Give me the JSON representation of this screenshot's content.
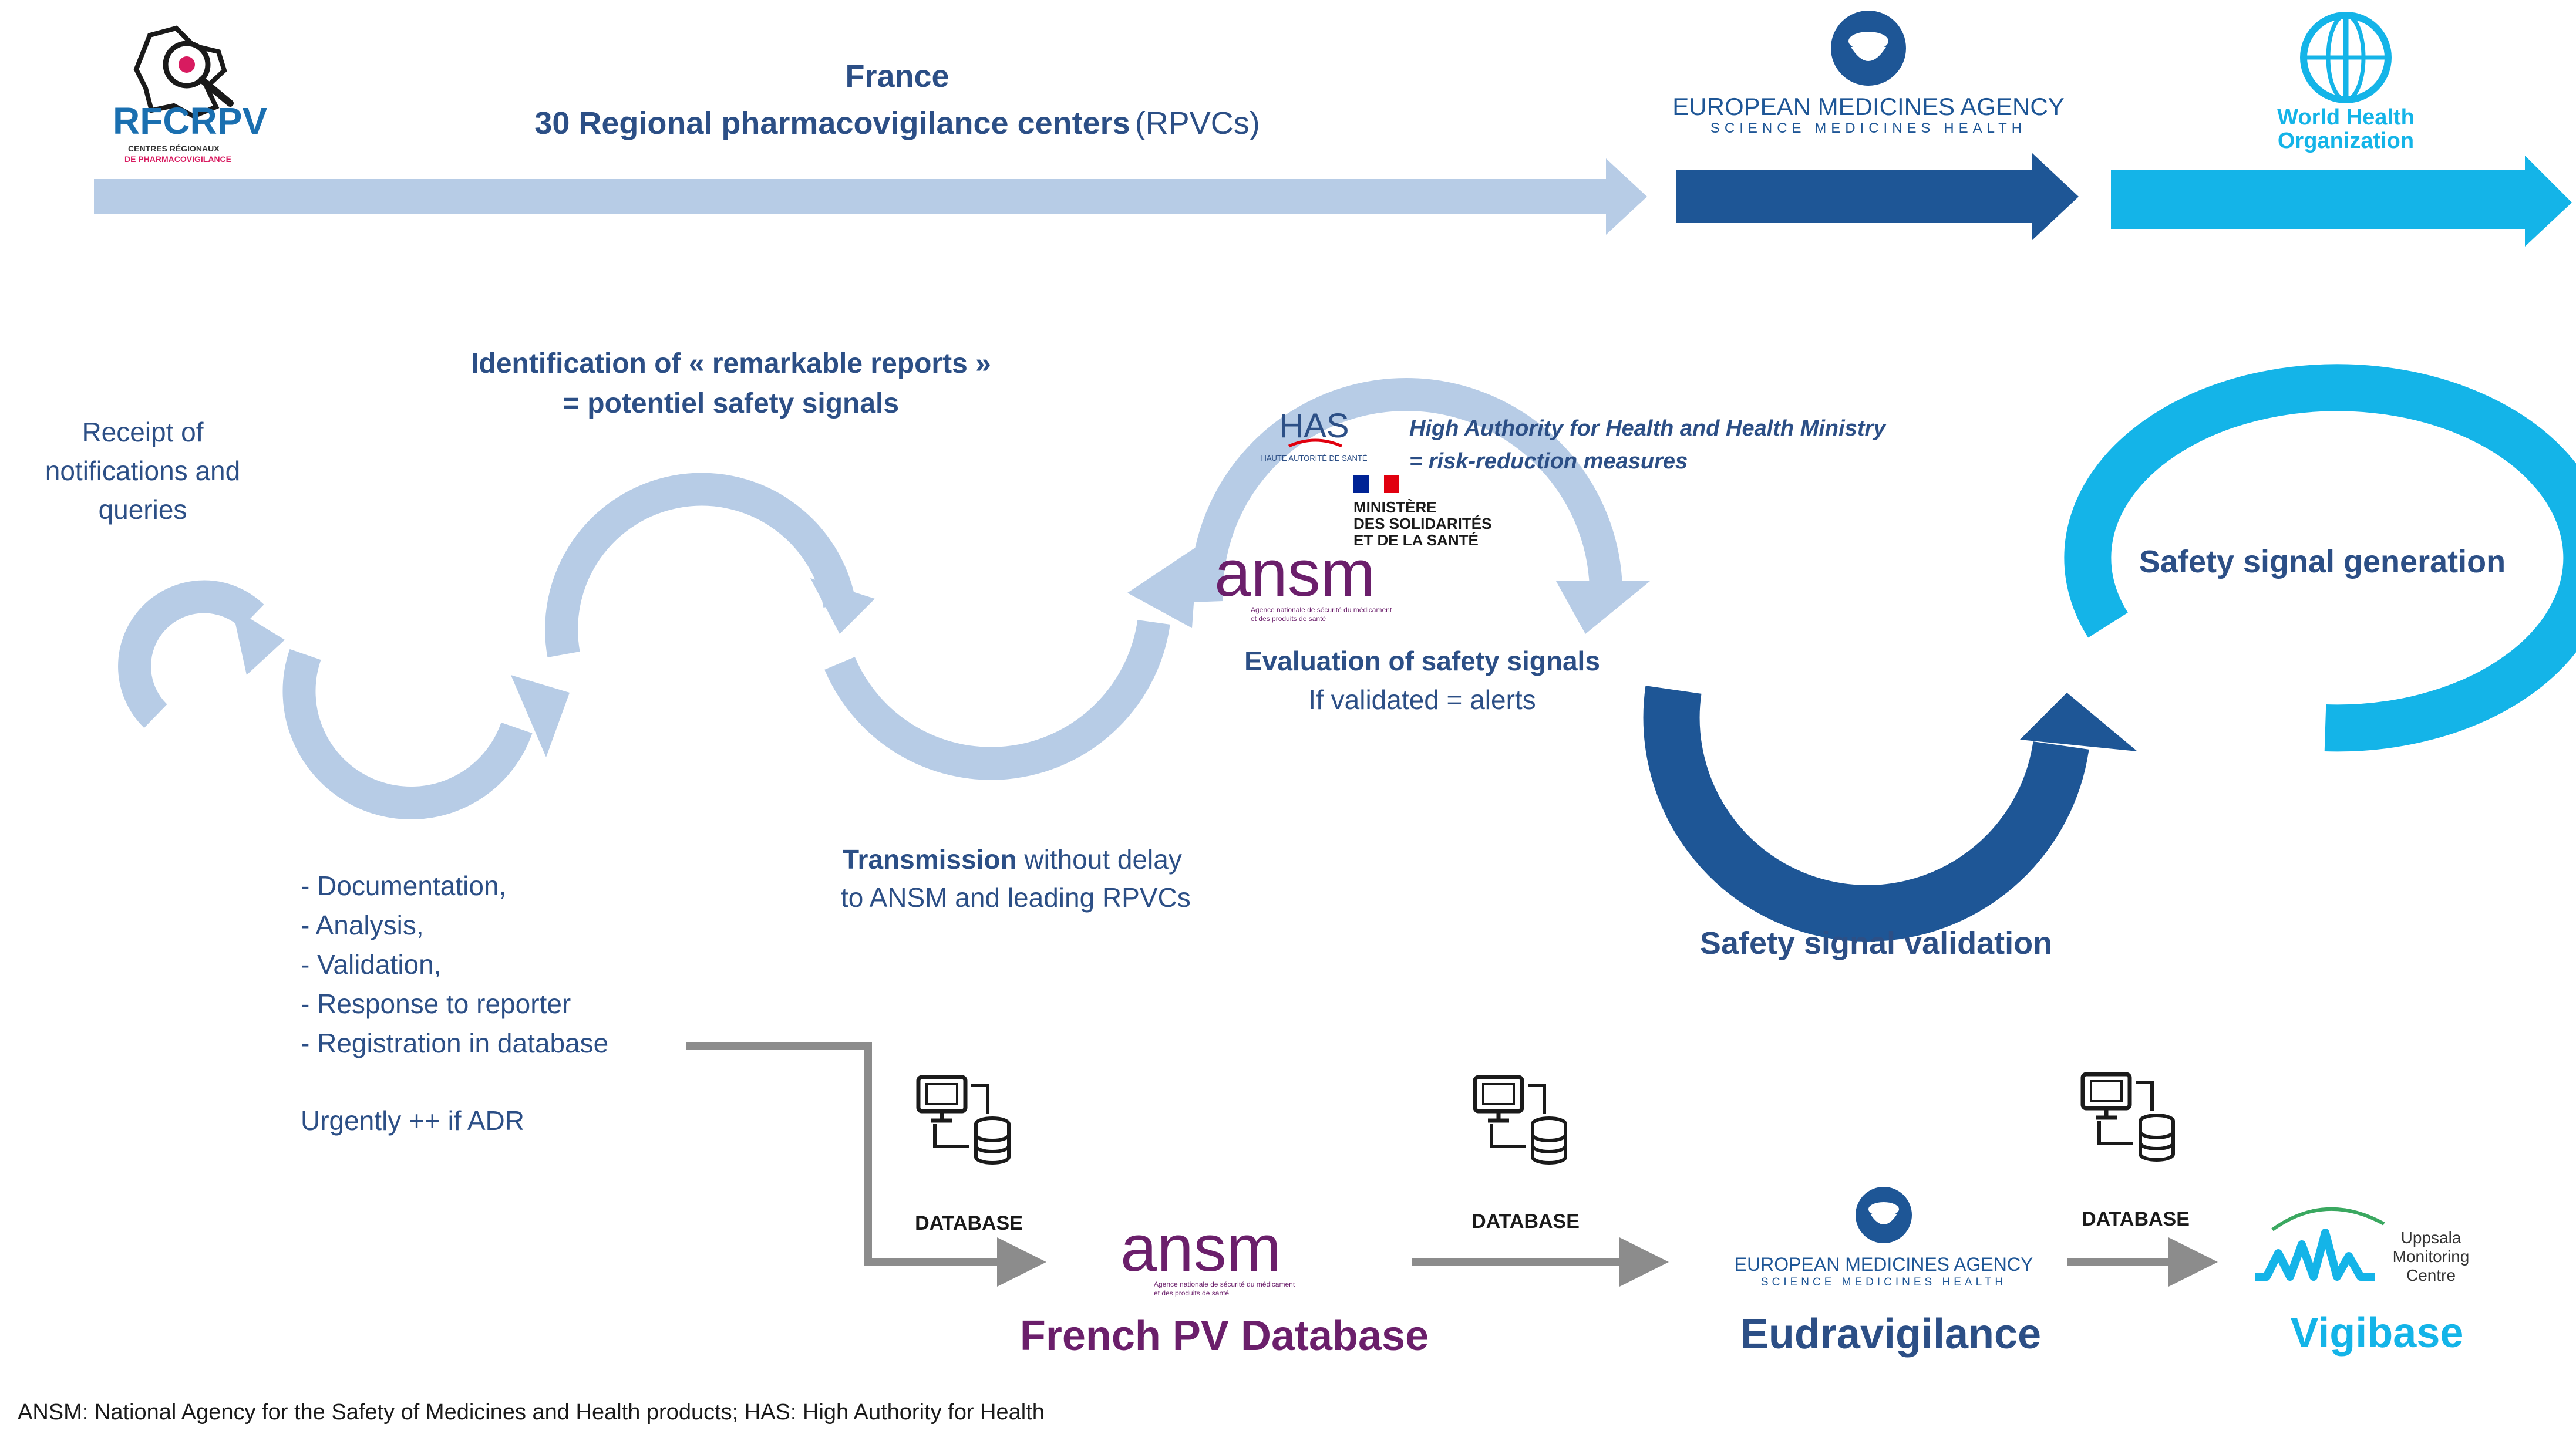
{
  "colors": {
    "light_blue": "#b7cce6",
    "dark_blue": "#1e5696",
    "cyan": "#14b4e8",
    "text_blue": "#2c4f86",
    "gray": "#8c8c8c",
    "ansm_purple": "#6b1f6b",
    "french_red": "#e1000f",
    "french_blue": "#002395"
  },
  "header": {
    "rfcrpv_logo": "RFCRPV",
    "rfcrpv_sub1": "CENTRES RÉGIONAUX",
    "rfcrpv_sub2": "DE PHARMACOVIGILANCE",
    "france_title": "France",
    "regional_centers": "30 Regional pharmacovigilance centers",
    "regional_centers_abbr": "(RPVCs)",
    "ema_name": "EUROPEAN MEDICINES AGENCY",
    "ema_tagline": "SCIENCE   MEDICINES   HEALTH",
    "who_line1": "World Health",
    "who_line2": "Organization"
  },
  "process": {
    "receipt": [
      "Receipt of",
      "notifications and",
      "queries"
    ],
    "identification": [
      "Identification of « remarkable reports »",
      "= potentiel safety signals"
    ],
    "tasks": [
      "- Documentation,",
      "- Analysis,",
      "- Validation,",
      "- Response to reporter",
      "- Registration in database"
    ],
    "urgent": "Urgently ++ if ADR",
    "transmission_bold": "Transmission",
    "transmission_rest": " without delay",
    "transmission_line2": "to ANSM and leading RPVCs",
    "has_logo": "HAS",
    "has_sub": "HAUTE AUTORITÉ DE SANTÉ",
    "has_note": [
      "High Authority for Health and Health Ministry",
      "= risk-reduction measures"
    ],
    "ministry": [
      "MINISTÈRE",
      "DES SOLIDARITÉS",
      "ET DE LA SANTÉ"
    ],
    "ansm_logo": "ansm",
    "ansm_sub": [
      "Agence nationale de sécurité du médicament",
      "et des produits de santé"
    ],
    "evaluation": "Evaluation of safety signals",
    "validated": "If validated =  alerts",
    "signal_generation": "Safety signal generation",
    "signal_validation": "Safety signal validation"
  },
  "databases": {
    "label": "DATABASE",
    "french_pv": "French PV Database",
    "eudravigilance": "Eudravigilance",
    "vigibase": "Vigibase",
    "umc": [
      "Uppsala",
      "Monitoring",
      "Centre"
    ]
  },
  "footnote": "ANSM: National Agency for the Safety of Medicines and Health products; HAS: High Authority for Health"
}
